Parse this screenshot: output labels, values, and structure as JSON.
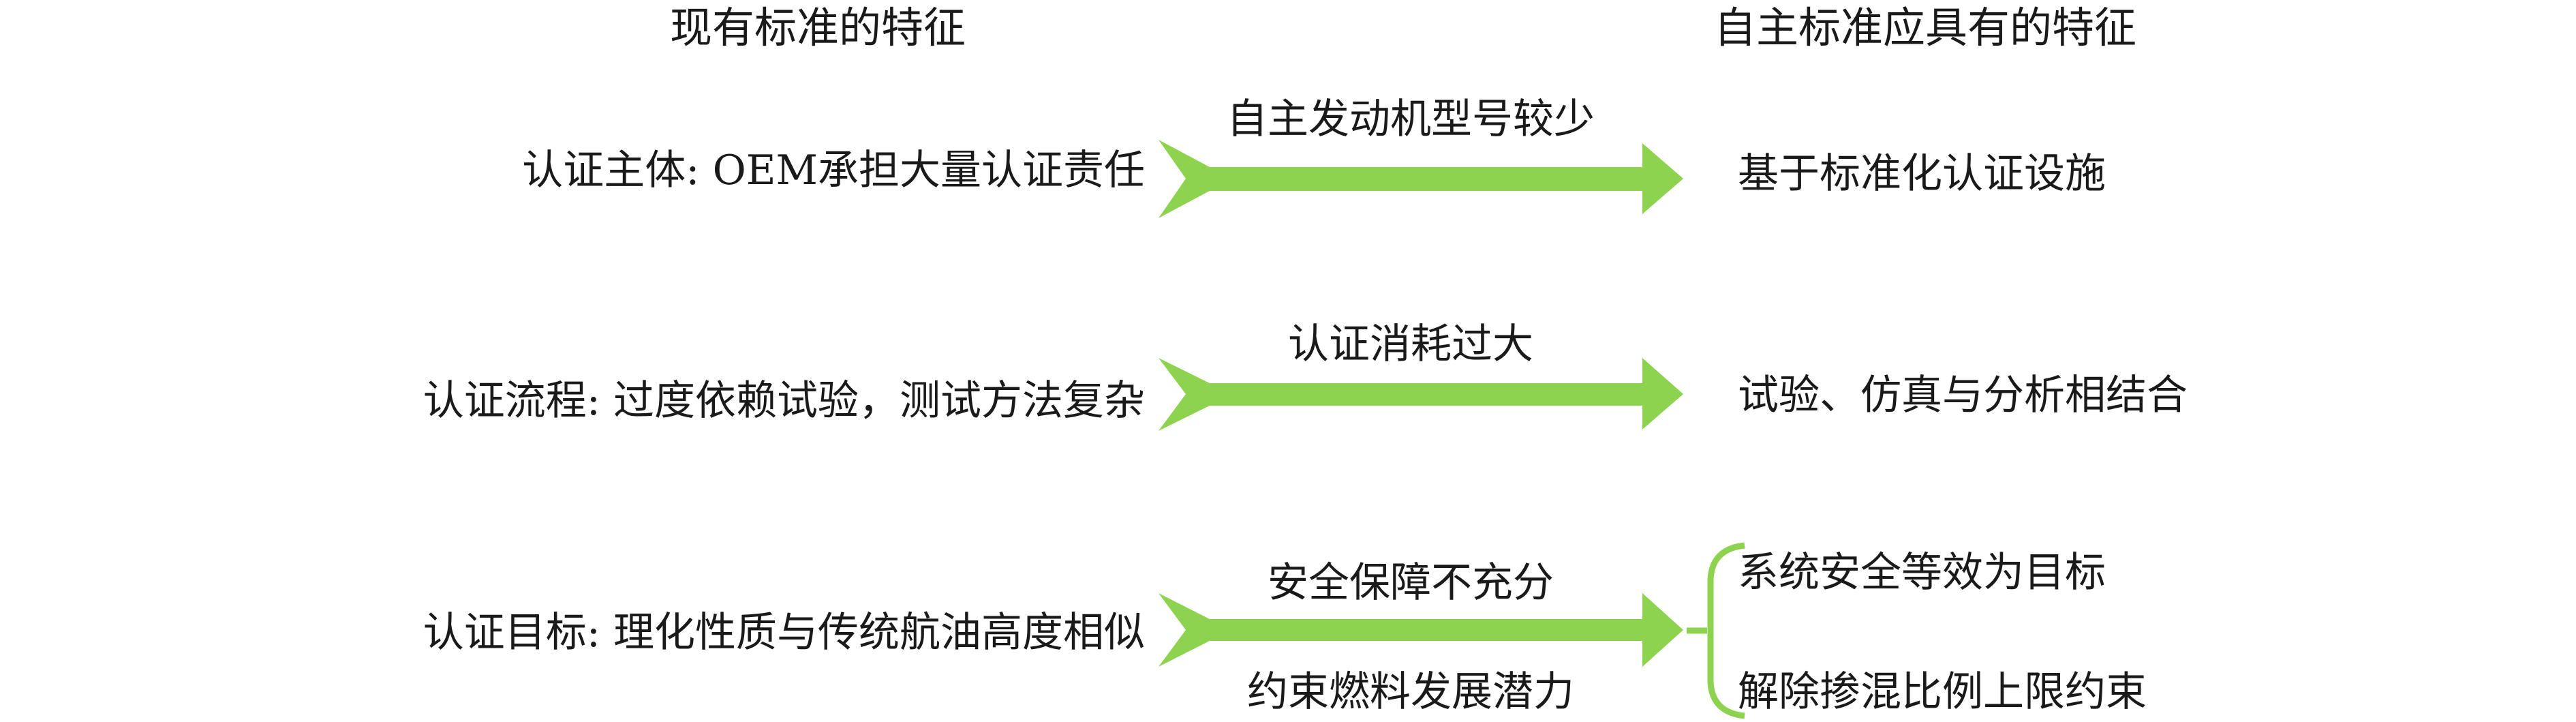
{
  "headers": {
    "current": "现有标准的特征",
    "desired": "自主标准应具有的特征"
  },
  "rows": [
    {
      "left": "认证主体: OEM承担大量认证责任",
      "arrow_labels": [
        "自主发动机型号较少"
      ],
      "right": [
        "基于标准化认证设施"
      ]
    },
    {
      "left": "认证流程: 过度依赖试验，测试方法复杂",
      "arrow_labels": [
        "认证消耗过大"
      ],
      "right": [
        "试验、仿真与分析相结合"
      ]
    },
    {
      "left": "认证目标: 理化性质与传统航油高度相似",
      "arrow_labels": [
        "安全保障不充分",
        "约束燃料发展潜力"
      ],
      "right": [
        "系统安全等效为目标",
        "解除掺混比例上限约束"
      ]
    }
  ],
  "colors": {
    "arrow": "#8ed34f",
    "text": "#1a1a1a",
    "background": "#ffffff"
  }
}
